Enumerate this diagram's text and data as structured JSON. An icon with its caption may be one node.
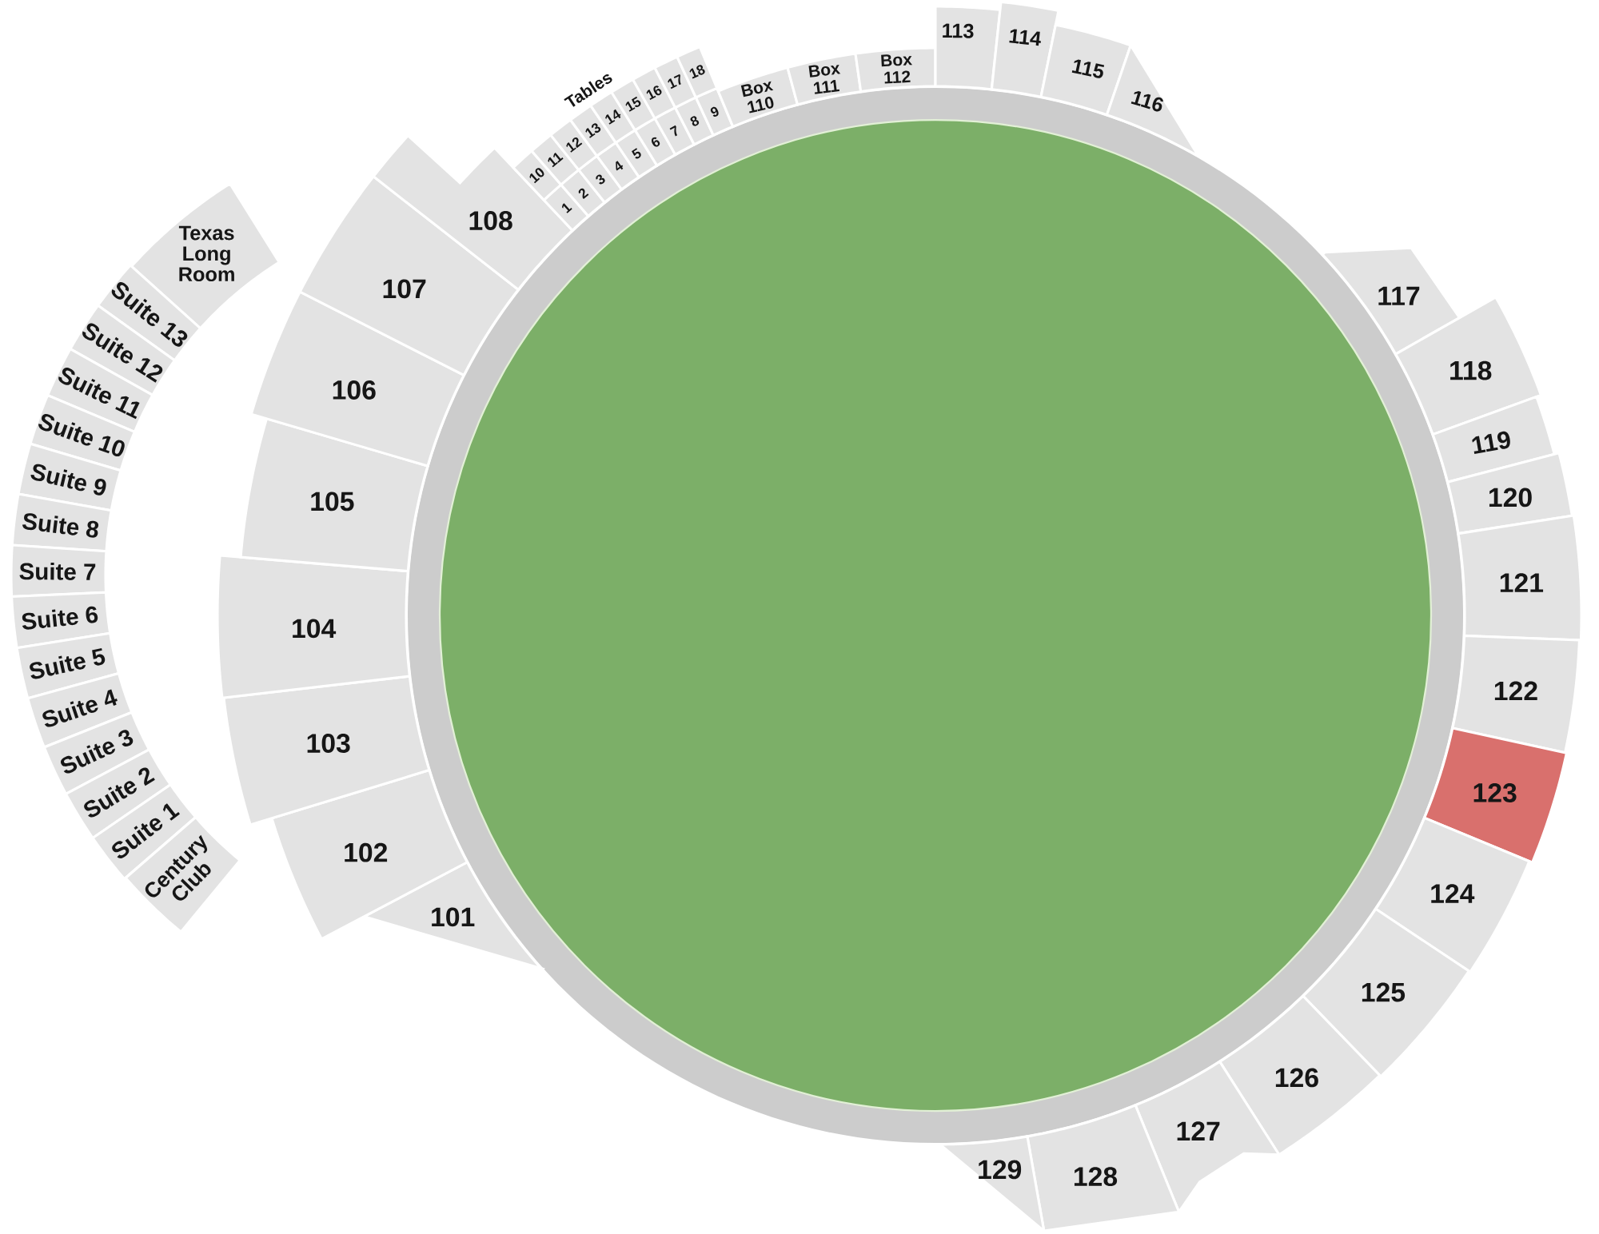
{
  "diagram": {
    "nodes": [
      {
        "text": [
          "101"
        ]
      },
      {
        "text": [
          "102"
        ]
      },
      {
        "text": [
          "103"
        ]
      },
      {
        "text": [
          "104"
        ]
      },
      {
        "text": [
          "105"
        ]
      },
      {
        "text": [
          "106"
        ]
      },
      {
        "text": [
          "107"
        ]
      },
      {
        "text": [
          "108"
        ]
      },
      {
        "text": [
          "1"
        ]
      },
      {
        "text": [
          "2"
        ]
      },
      {
        "text": [
          "3"
        ]
      },
      {
        "text": [
          "4"
        ]
      },
      {
        "text": [
          "5"
        ]
      },
      {
        "text": [
          "6"
        ]
      },
      {
        "text": [
          "7"
        ]
      },
      {
        "text": [
          "8"
        ]
      },
      {
        "text": [
          "9"
        ]
      },
      {
        "text": [
          "10"
        ]
      },
      {
        "text": [
          "11"
        ]
      },
      {
        "text": [
          "12"
        ]
      },
      {
        "text": [
          "13"
        ]
      },
      {
        "text": [
          "14"
        ]
      },
      {
        "text": [
          "15"
        ]
      },
      {
        "text": [
          "16"
        ]
      },
      {
        "text": [
          "17"
        ]
      },
      {
        "text": [
          "18"
        ]
      },
      {
        "text": [
          "Box 110"
        ]
      },
      {
        "text": [
          "Box 111"
        ]
      },
      {
        "text": [
          "Box 112"
        ]
      },
      {
        "text": [
          "113"
        ]
      },
      {
        "text": [
          "114"
        ]
      },
      {
        "text": [
          "115"
        ]
      },
      {
        "text": [
          "116"
        ]
      },
      {
        "text": [
          "117"
        ]
      },
      {
        "text": [
          "118"
        ]
      },
      {
        "text": [
          "119"
        ]
      },
      {
        "text": [
          "120"
        ]
      },
      {
        "text": [
          "121"
        ]
      },
      {
        "text": [
          "122"
        ]
      },
      {
        "text": [
          "123"
        ]
      },
      {
        "text": [
          "124"
        ]
      },
      {
        "text": [
          "125"
        ]
      },
      {
        "text": [
          "126"
        ]
      },
      {
        "text": [
          "127"
        ]
      },
      {
        "text": [
          "128"
        ]
      },
      {
        "text": [
          "129"
        ]
      },
      {
        "text": [
          "Texas Long Room"
        ]
      },
      {
        "text": [
          "Suite 13"
        ]
      },
      {
        "text": [
          "Suite 12"
        ]
      },
      {
        "text": [
          "Suite 11"
        ]
      },
      {
        "text": [
          "Suite 10"
        ]
      },
      {
        "text": [
          "Suite 9"
        ]
      },
      {
        "text": [
          "Suite 8"
        ]
      },
      {
        "text": [
          "Suite 7"
        ]
      },
      {
        "text": [
          "Suite 6"
        ]
      },
      {
        "text": [
          "Suite 5"
        ]
      },
      {
        "text": [
          "Suite 4"
        ]
      },
      {
        "text": [
          "Suite 3"
        ]
      },
      {
        "text": [
          "Suite 2"
        ]
      },
      {
        "text": [
          "Suite 1"
        ]
      },
      {
        "text": [
          "Century Club"
        ]
      }
    ],
    "labels": [
      "Tables"
    ]
  }
}
